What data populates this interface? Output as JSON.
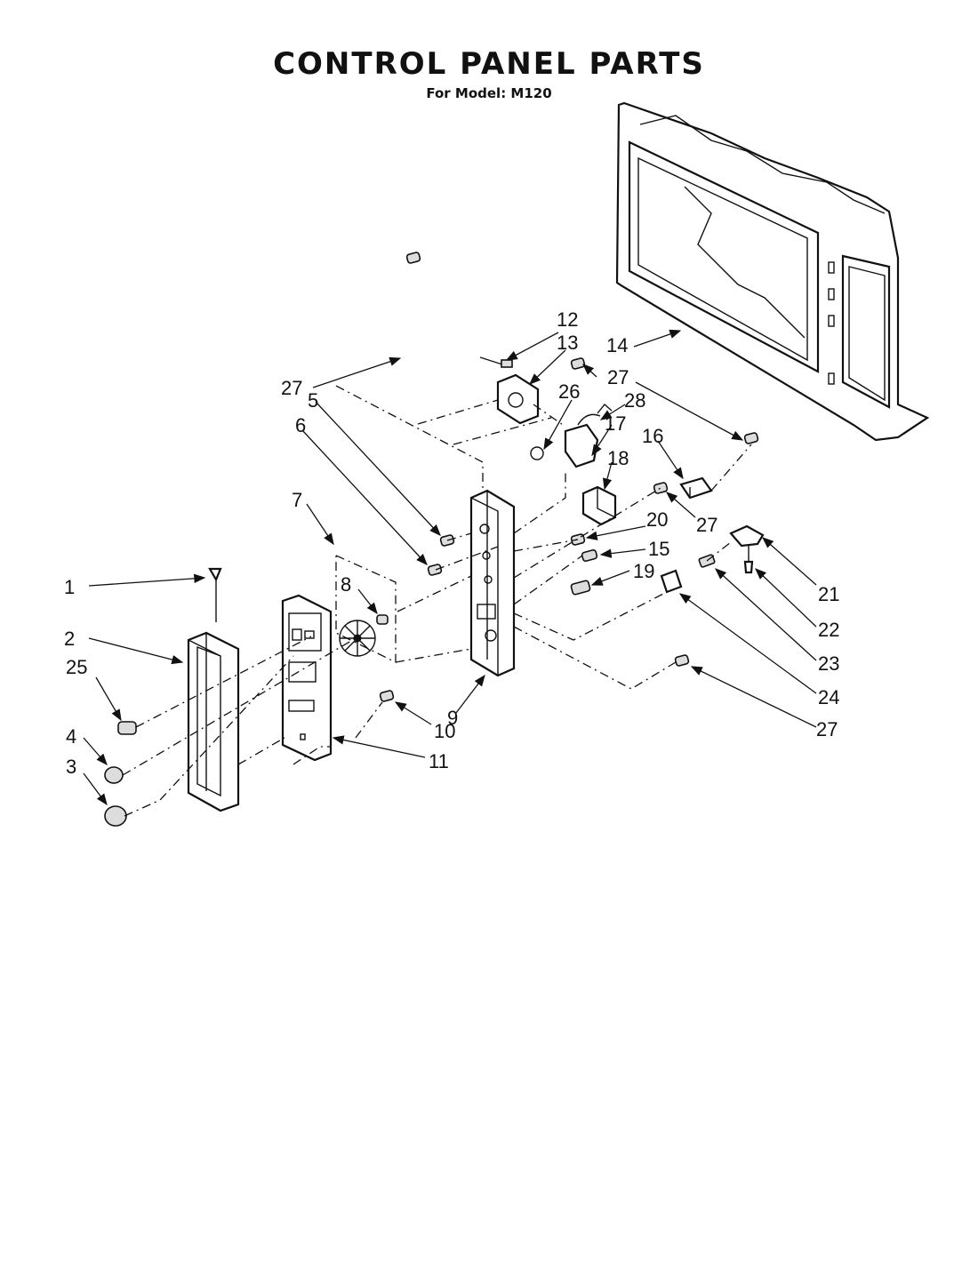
{
  "title": "CONTROL PANEL PARTS",
  "subtitle": "For Model: M120",
  "callouts": {
    "c1": "1",
    "c2": "2",
    "c3": "3",
    "c4": "4",
    "c5": "5",
    "c6": "6",
    "c7": "7",
    "c8": "8",
    "c9": "9",
    "c10": "10",
    "c11": "11",
    "c12": "12",
    "c13": "13",
    "c14": "14",
    "c15": "15",
    "c16": "16",
    "c17": "17",
    "c18": "18",
    "c19": "19",
    "c20": "20",
    "c21": "21",
    "c22": "22",
    "c23": "23",
    "c24": "24",
    "c25": "25",
    "c26": "26",
    "c27a": "27",
    "c27b": "27",
    "c27c": "27",
    "c27d": "27",
    "c28": "28"
  }
}
